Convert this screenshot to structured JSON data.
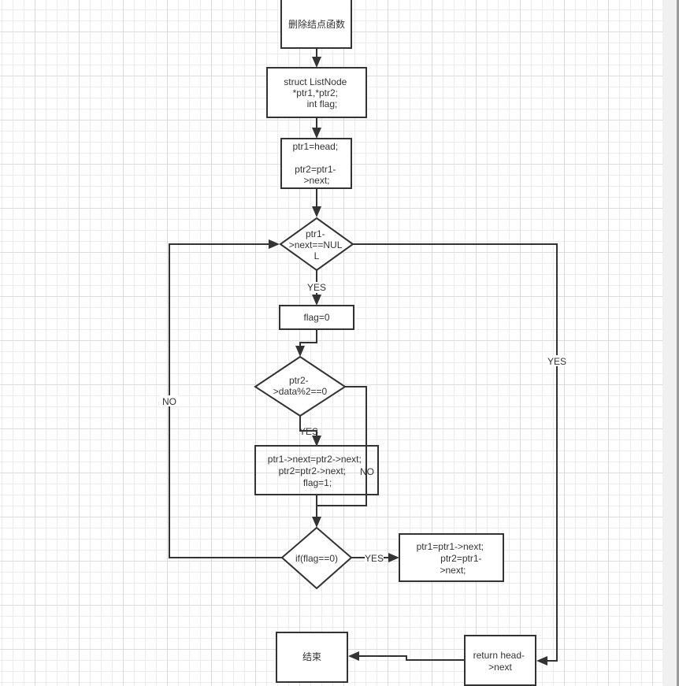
{
  "nodes": {
    "start": {
      "shape": "process",
      "lines": [
        "删除结点函数"
      ]
    },
    "declare": {
      "shape": "process",
      "lines": [
        "struct ListNode",
        "*ptr1,*ptr2;",
        "  int flag;"
      ]
    },
    "init": {
      "shape": "process",
      "lines": [
        "ptr1=head;",
        "",
        "ptr2=ptr1-",
        ">next;"
      ]
    },
    "cond_null": {
      "shape": "decision",
      "lines": [
        "ptr1-",
        ">next==NUL",
        "L"
      ]
    },
    "flag_zero": {
      "shape": "process",
      "lines": [
        "flag=0"
      ]
    },
    "cond_even": {
      "shape": "decision",
      "lines": [
        "ptr2-",
        ">data%2==0"
      ]
    },
    "delete": {
      "shape": "process",
      "lines": [
        "ptr1->next=ptr2->next;",
        "ptr2=ptr2->next;",
        "flag=1;"
      ]
    },
    "cond_flag": {
      "shape": "decision",
      "lines": [
        "if(flag==0)"
      ]
    },
    "advance": {
      "shape": "process",
      "lines": [
        "ptr1=ptr1->next;",
        "ptr2=ptr1-",
        ">next;"
      ]
    },
    "return": {
      "shape": "process",
      "lines": [
        "return head-",
        ">next"
      ]
    },
    "end": {
      "shape": "process",
      "lines": [
        "结束"
      ]
    }
  },
  "edge_labels": {
    "null_yes": "YES",
    "null_no_loop": "NO",
    "loop_yes": "YES",
    "even_yes": "YES",
    "even_no": "NO",
    "flag_yes": "YES"
  }
}
